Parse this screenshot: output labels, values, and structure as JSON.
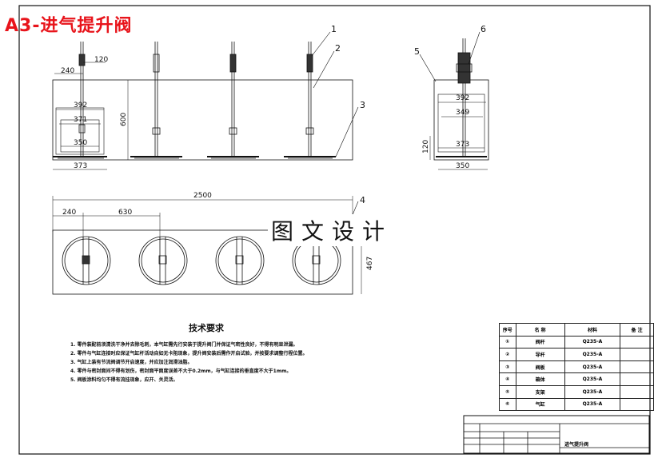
{
  "title": "A3-进气提升阀",
  "watermark": "图文设计",
  "dimensions": {
    "front_240": "240",
    "front_120": "120",
    "front_600": "600",
    "front_392": "392",
    "front_371": "371",
    "front_350": "350",
    "front_373": "373",
    "side_392": "392",
    "side_349": "349",
    "side_120": "120",
    "side_373": "373",
    "side_350": "350",
    "plan_2500": "2500",
    "plan_240": "240",
    "plan_630": "630",
    "plan_467": "467"
  },
  "balloons": [
    "1",
    "2",
    "3",
    "4",
    "5",
    "6"
  ],
  "notes": {
    "heading": "技术要求",
    "lines": [
      "1. 零件装配前须清洗干净并去除毛刺，本气缸需先行安装于提升阀门并保证气密性良好，不得有明显泄漏。",
      "2. 零件与气缸连接时应保证气缸杆活动自如无卡阻现象，提升阀安装后需作开启试验，并按要求调整行程位置。",
      "3. 气缸上装有节流阀调节开启速度，并应加注润滑油脂。",
      "4. 零件与密封面间不得有划伤，密封面平面度误差不大于0.2mm，与气缸连接的垂直度不大于1mm。",
      "5. 阀板涂料均匀不得有流挂现象，应开、关灵活。"
    ]
  },
  "parts_table": {
    "headers": [
      "序号",
      "名 称",
      "材料",
      "备 注"
    ],
    "rows": [
      [
        "①",
        "阀杆",
        "Q235-A",
        ""
      ],
      [
        "②",
        "导杆",
        "Q235-A",
        ""
      ],
      [
        "③",
        "阀板",
        "Q235-A",
        ""
      ],
      [
        "④",
        "箱体",
        "Q235-A",
        ""
      ],
      [
        "⑤",
        "支架",
        "Q235-A",
        ""
      ],
      [
        "⑥",
        "气缸",
        "Q235-A",
        ""
      ]
    ]
  },
  "title_block": {
    "drawing_name": "进气提升阀"
  }
}
